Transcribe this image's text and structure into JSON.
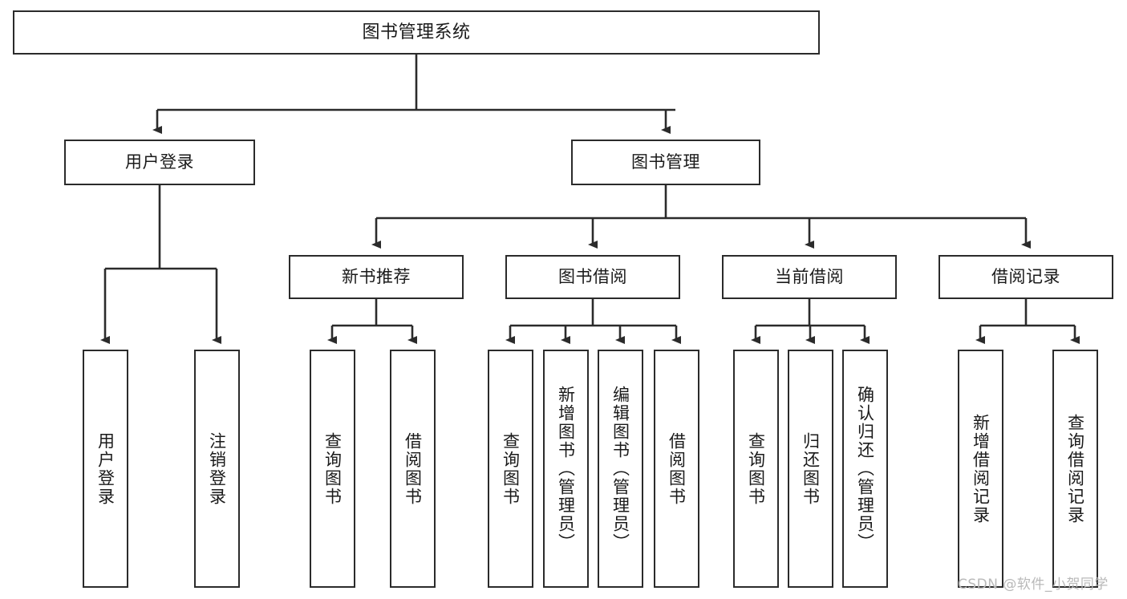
{
  "diagram": {
    "title": "图书管理系统",
    "type": "tree-hierarchy",
    "colors": {
      "box_border": "#2b2b2b",
      "box_fill": "#ffffff",
      "connector": "#2b2b2b",
      "watermark": "#b9b9b9",
      "background": "#ffffff"
    },
    "root": {
      "label": "图书管理系统"
    },
    "level2": [
      {
        "label": "用户登录"
      },
      {
        "label": "图书管理"
      }
    ],
    "level3": [
      {
        "label": "新书推荐"
      },
      {
        "label": "图书借阅"
      },
      {
        "label": "当前借阅"
      },
      {
        "label": "借阅记录"
      }
    ],
    "leaves": {
      "user_login": [
        {
          "label": "用户登录"
        },
        {
          "label": "注销登录"
        }
      ],
      "new_book_recommend": [
        {
          "label": "查询图书"
        },
        {
          "label": "借阅图书"
        }
      ],
      "book_borrow": [
        {
          "label": "查询图书"
        },
        {
          "label": "新增图书（管理员）"
        },
        {
          "label": "编辑图书（管理员）"
        },
        {
          "label": "借阅图书"
        }
      ],
      "current_borrow": [
        {
          "label": "查询图书"
        },
        {
          "label": "归还图书"
        },
        {
          "label": "确认归还（管理员）"
        }
      ],
      "borrow_record": [
        {
          "label": "新增借阅记录"
        },
        {
          "label": "查询借阅记录"
        }
      ]
    }
  },
  "watermark": {
    "text": "CSDN @软件_小贺同学"
  }
}
